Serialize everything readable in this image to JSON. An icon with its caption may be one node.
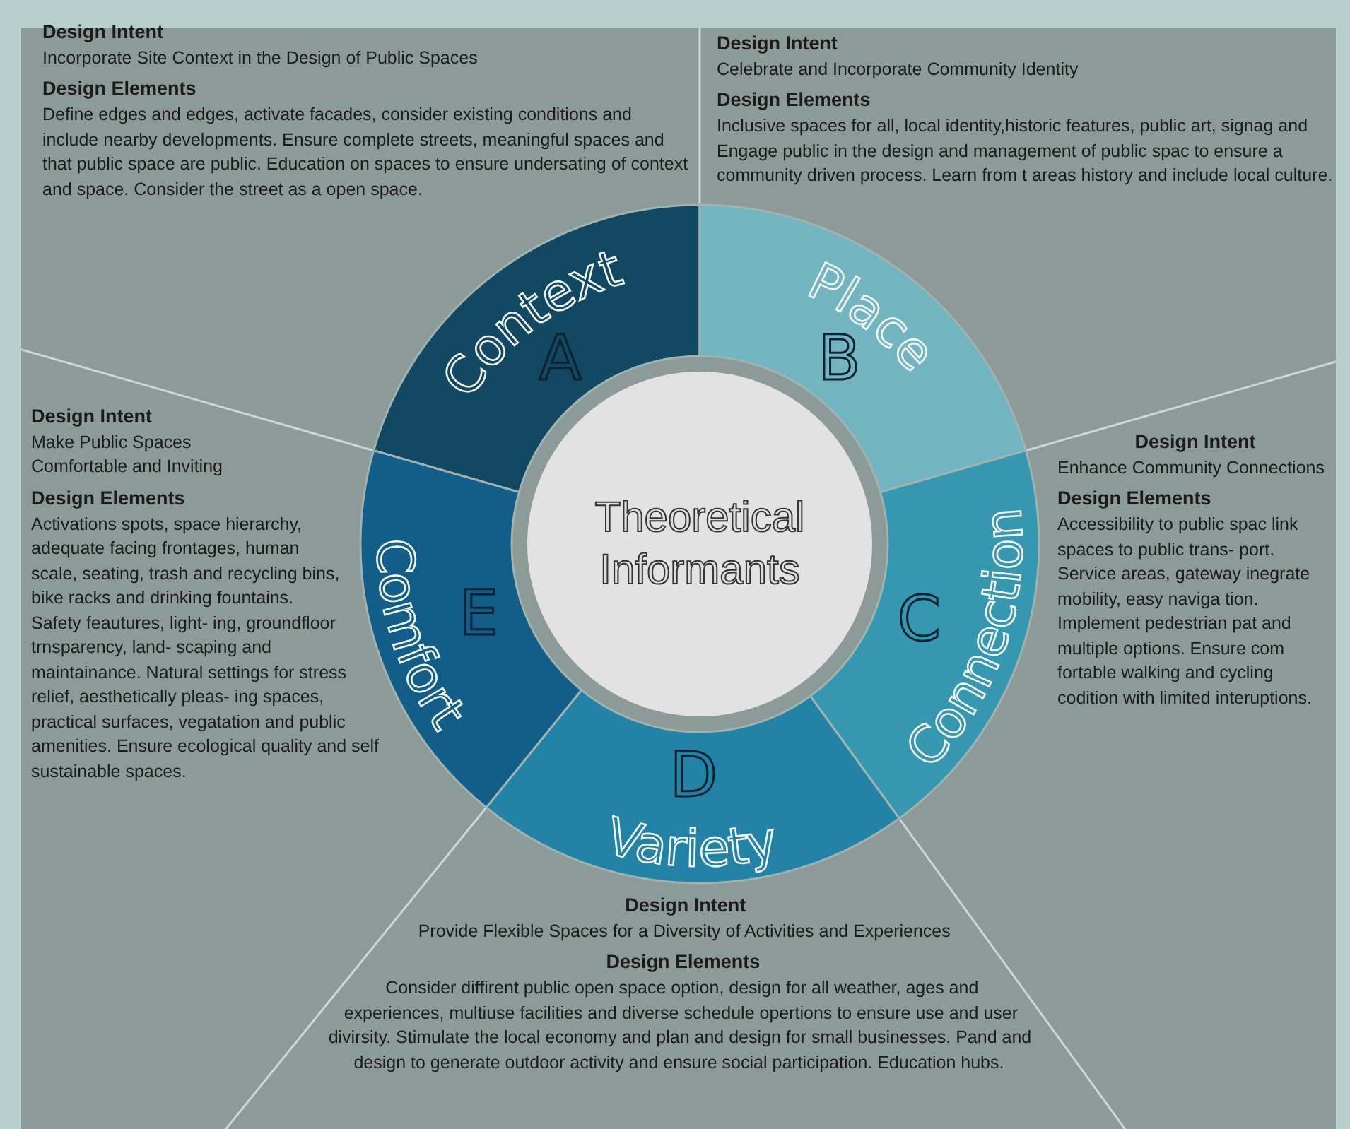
{
  "diagram": {
    "nodes": [
      {
        "text": [
          "Theoretical Informants"
        ]
      },
      {
        "text": [
          "Context",
          "A"
        ]
      },
      {
        "text": [
          "Place",
          "B"
        ]
      },
      {
        "text": [
          "Connection",
          "C"
        ]
      },
      {
        "text": [
          "D",
          "Variety"
        ]
      },
      {
        "text": [
          "Comfort",
          "E"
        ]
      },
      {
        "text": [
          "Design Intent",
          "Incorporate Site Context in the Design of Public Spaces",
          "Design Elements",
          "Define edges and edges, activate facades, consider existing conditions and include nearby developments. Ensure complete streets, meaningful spaces and that public space are public. Education on spaces to ensure undersating of context and space. Consider the street as a open space."
        ]
      },
      {
        "text": [
          "Design Intent",
          "Celebrate and Incorporate Community Identity",
          "Design Elements",
          "Inclusive spaces for all, local identity,historic features, public art, signag and Engage public in the design and management of public spac to ensure a community driven process. Learn from t areas history and include local culture."
        ]
      },
      {
        "text": [
          "Design Intent",
          "Enhance Community Connections",
          "Design Elements",
          "Accessibility to public spac link spaces to public trans- port. Service areas, gateway inegrate mobility, easy naviga tion. Implement pedestrian pat and multiple options. Ensure com fortable walking and cycling codition with limited interuptions."
        ]
      },
      {
        "text": [
          "Design Intent",
          "Provide Flexible Spaces for a Diversity of Activities and Experiences",
          "Design Elements",
          "Consider diffirent public open space option, design for all weather, ages and experiences, multiuse facilities and diverse schedule opertions to ensure use and user divirsity. Stimulate the local economy and plan and design for small businesses. Pand and design to generate outdoor activity and ensure social participation. Education hubs."
        ]
      },
      {
        "text": [
          "Design Intent",
          "Make Public Spaces Comfortable and Inviting",
          "Design Elements",
          "Activations spots, space hierarchy, adequate facing frontages, human scale, seating, trash and recycling bins, bike racks and drinking fountains. Safety feautures, light- ing, groundfloor trnsparency, land- scaping and maintainance. Natural settings for stress relief, aesthetically pleas- ing spaces, practical surfaces, vegatation and public amenities. Ensure ecological quality and self sustainable spaces."
        ]
      }
    ]
  }
}
